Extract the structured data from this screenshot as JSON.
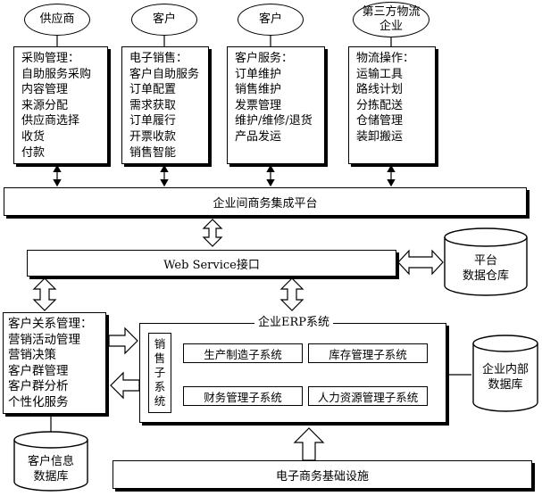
{
  "top_entities": [
    {
      "name": "供应商"
    },
    {
      "name": "客户"
    },
    {
      "name": "客户"
    },
    {
      "name_lines": [
        "第三方物流",
        "企业"
      ]
    }
  ],
  "top_lists": [
    [
      "采购管理：",
      "自助服务采购",
      "内容管理",
      "来源分配",
      "供应商选择",
      "收货",
      "付款"
    ],
    [
      "电子销售：",
      "客户自助服务",
      "订单配置",
      "需求获取",
      "订单履行",
      "开票收款",
      "销售智能"
    ],
    [
      "客户服务：",
      "订单维护",
      "销售维护",
      "发票管理",
      "维护/维修/退货",
      "产品发运"
    ],
    [
      "物流操作：",
      "运输工具",
      "路线计划",
      "分拣配送",
      "仓储管理",
      "装卸搬运"
    ]
  ],
  "integration_platform": "企业间商务集成平台",
  "web_service": "Web Service接口",
  "platform_warehouse": [
    "平台",
    "数据仓库"
  ],
  "crm_list": [
    "客户关系管理：",
    "营销活动管理",
    "营销决策",
    "客户群管理",
    "客户群分析",
    "个性化服务"
  ],
  "customer_db": [
    "客户信息",
    "数据库"
  ],
  "erp": {
    "title": "企业ERP系统",
    "sales": [
      "销",
      "售",
      "子",
      "系",
      "统"
    ],
    "modules": [
      "生产制造子系统",
      "库存管理子系统",
      "财务管理子系统",
      "人力资源管理子系统"
    ]
  },
  "internal_db": [
    "企业内部",
    "数据库"
  ],
  "infrastructure": "电子商务基础设施"
}
